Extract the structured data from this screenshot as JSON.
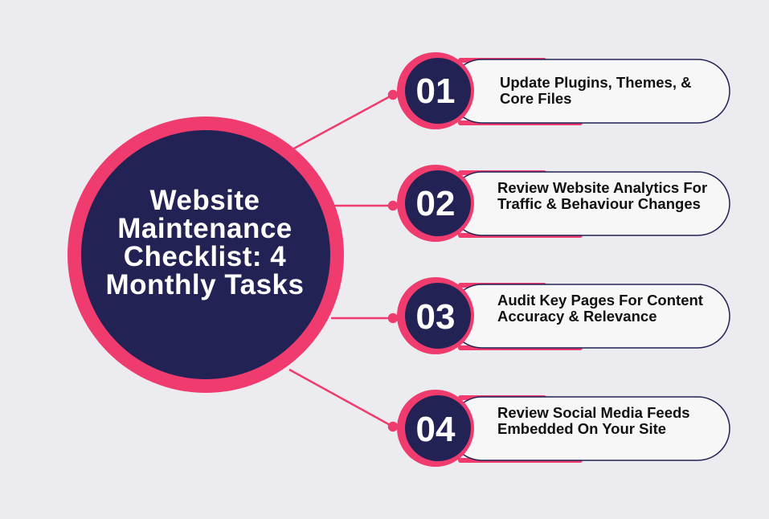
{
  "title": "Website Maintenance Checklist: 4 Monthly Tasks",
  "colors": {
    "background": "#ecebf0",
    "accent": "#ef3b6e",
    "navy": "#222255",
    "pill": "#f7f7f7"
  },
  "tasks": [
    {
      "number": "01",
      "text": "Update Plugins, Themes, & Core Files"
    },
    {
      "number": "02",
      "text": "Review Website Analytics For Traffic & Behaviour Changes"
    },
    {
      "number": "03",
      "text": "Audit Key Pages For Content Accuracy & Relevance"
    },
    {
      "number": "04",
      "text": "Review Social Media Feeds Embedded On Your Site"
    }
  ]
}
